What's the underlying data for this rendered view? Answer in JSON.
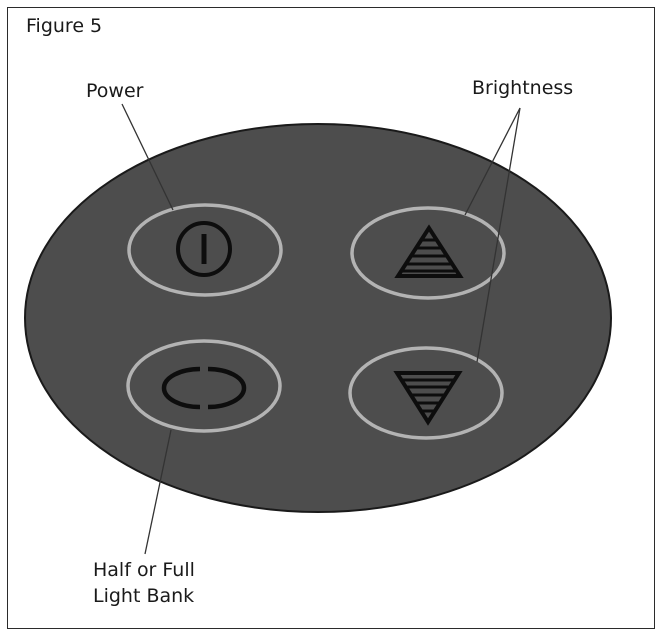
{
  "figure": {
    "title": "Figure 5"
  },
  "labels": {
    "power": "Power",
    "brightness": "Brightness",
    "half_full_line1": "Half or Full",
    "half_full_line2": "Light Bank"
  },
  "buttons": [
    {
      "name": "power-button",
      "icon": "power-icon"
    },
    {
      "name": "brightness-up-button",
      "icon": "brightness-up-icon"
    },
    {
      "name": "light-bank-button",
      "icon": "half-full-light-bank-icon"
    },
    {
      "name": "brightness-down-button",
      "icon": "brightness-down-icon"
    }
  ],
  "colors": {
    "panel_fill": "#4d4d4d",
    "panel_stroke": "#1a1a1a",
    "button_ring": "#b3b3b3",
    "icon_stroke": "#0d0d0d",
    "leader_line": "#333333"
  }
}
